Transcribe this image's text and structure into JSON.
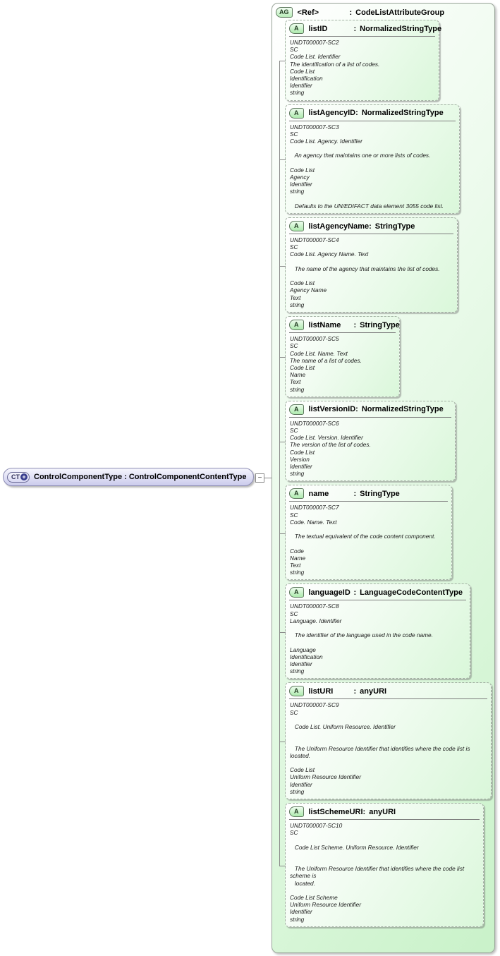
{
  "element": {
    "badge": "CT",
    "plus_glyph": "+",
    "name": "ControlComponentType",
    "colon": ":",
    "type": "ControlComponentContentType",
    "collapse_glyph": "−"
  },
  "group": {
    "badge": "AG",
    "name": "<Ref>",
    "colon": ":",
    "type": "CodeListAttributeGroup"
  },
  "attribute_badge": "A",
  "attributes": [
    {
      "name": "listID",
      "colon": ":",
      "type": "NormalizedStringType",
      "notes": [
        "UNDT000007-SC2",
        "SC",
        "Code List. Identifier",
        "The identification of a list of codes.",
        "Code List",
        "Identification",
        "Identifier",
        "string"
      ]
    },
    {
      "name": "listAgencyID",
      "colon": ":",
      "type": "NormalizedStringType",
      "notes": [
        "UNDT000007-SC3",
        "SC",
        "Code List. Agency. Identifier",
        "",
        "   An agency that maintains one or more lists of codes.",
        "",
        "Code List",
        "Agency",
        "Identifier",
        "string",
        "",
        "   Defaults to the UN/EDIFACT data element 3055 code list."
      ]
    },
    {
      "name": "listAgencyName",
      "colon": ":",
      "type": "StringType",
      "notes": [
        "UNDT000007-SC4",
        "SC",
        "Code List. Agency Name. Text",
        "",
        "   The name of the agency that maintains the list of codes.",
        "",
        "Code List",
        "Agency Name",
        "Text",
        "string"
      ]
    },
    {
      "name": "listName",
      "colon": ":",
      "type": "StringType",
      "notes": [
        "UNDT000007-SC5",
        "SC",
        "Code List. Name. Text",
        "The name of a list of codes.",
        "Code List",
        "Name",
        "Text",
        "string"
      ]
    },
    {
      "name": "listVersionID",
      "colon": ":",
      "type": "NormalizedStringType",
      "notes": [
        "UNDT000007-SC6",
        "SC",
        "Code List. Version. Identifier",
        "The version of the list of codes.",
        "Code List",
        "Version",
        "Identifier",
        "string"
      ]
    },
    {
      "name": "name",
      "colon": ":",
      "type": "StringType",
      "notes": [
        "UNDT000007-SC7",
        "SC",
        "Code. Name. Text",
        "",
        "   The textual equivalent of the code content component.",
        "",
        "Code",
        "Name",
        "Text",
        "string"
      ]
    },
    {
      "name": "languageID",
      "colon": ":",
      "type": "LanguageCodeContentType",
      "notes": [
        "UNDT000007-SC8",
        "SC",
        "Language. Identifier",
        "",
        "   The identifier of the language used in the code name.",
        "",
        "Language",
        "Identification",
        "Identifier",
        "string"
      ]
    },
    {
      "name": "listURI",
      "colon": ":",
      "type": "anyURI",
      "notes": [
        "UNDT000007-SC9",
        "SC",
        "",
        "   Code List. Uniform Resource. Identifier",
        "",
        "",
        "   The Uniform Resource Identifier that identifies where the code list is",
        "located.",
        "",
        "Code List",
        "Uniform Resource Identifier",
        "Identifier",
        "string"
      ]
    },
    {
      "name": "listSchemeURI",
      "colon": ":",
      "type": "anyURI",
      "notes": [
        "UNDT000007-SC10",
        "SC",
        "",
        "   Code List Scheme. Uniform Resource. Identifier",
        "",
        "",
        "   The Uniform Resource Identifier that identifies where the code list",
        "scheme is",
        "   located.",
        "",
        "Code List Scheme",
        "Uniform Resource Identifier",
        "Identifier",
        "string"
      ]
    }
  ],
  "colors": {
    "group_fill_green": "#c9f2c9",
    "element_fill_lavender": "#cbcbec",
    "badge_green": "#b9edb9",
    "connector_gray": "#8a8a8a",
    "plus_circle_navy": "#3a3f8f"
  }
}
